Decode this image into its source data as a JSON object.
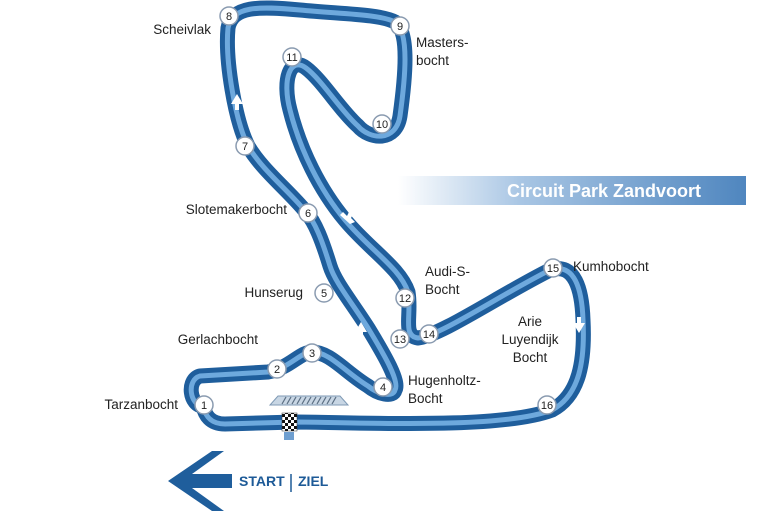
{
  "title": "Circuit Park Zandvoort",
  "start_label": "START",
  "finish_label": "ZIEL",
  "colors": {
    "track_dark": "#1f5e9c",
    "track_light": "#6ea9dd",
    "banner_start": "#ffffff",
    "banner_end": "#4f86bf",
    "text": "#222222"
  },
  "corners": [
    {
      "number": "1",
      "name": "Tarzanbocht"
    },
    {
      "number": "2",
      "name": ""
    },
    {
      "number": "3",
      "name": "Gerlachbocht"
    },
    {
      "number": "4",
      "name": "Hugenholtz-\nBocht"
    },
    {
      "number": "5",
      "name": "Hunserug"
    },
    {
      "number": "6",
      "name": "Slotemakerbocht"
    },
    {
      "number": "7",
      "name": ""
    },
    {
      "number": "8",
      "name": "Scheivlak"
    },
    {
      "number": "9",
      "name": "Masters-\nbocht"
    },
    {
      "number": "10",
      "name": ""
    },
    {
      "number": "11",
      "name": ""
    },
    {
      "number": "12",
      "name": "Audi-S-\nBocht"
    },
    {
      "number": "13",
      "name": ""
    },
    {
      "number": "14",
      "name": ""
    },
    {
      "number": "15",
      "name": "Kumhobocht"
    },
    {
      "number": "16",
      "name": "Arie\nLuyendijk\nBocht"
    }
  ]
}
